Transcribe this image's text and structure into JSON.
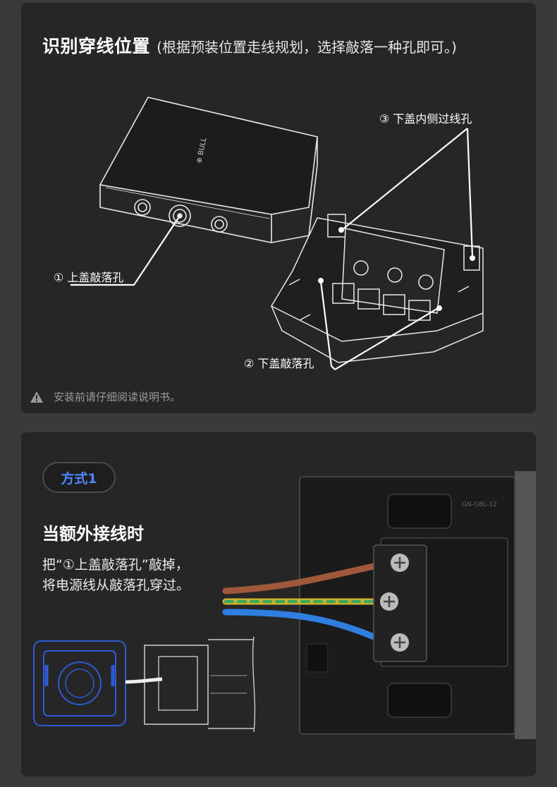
{
  "section1": {
    "title": "识别穿线位置",
    "subtitle": "(根据预装位置走线规划，选择敲落一种孔即可。)",
    "callouts": {
      "upper_cover_hole": "① 上盖敲落孔",
      "lower_cover_hole": "② 下盖敲落孔",
      "lower_inner_hole": "③ 下盖内侧过线孔"
    },
    "warning": "安装前请仔细阅读说明书。"
  },
  "section2": {
    "badge": "方式1",
    "title": "当额外接线时",
    "desc_line1": "把“①上盖敲落孔”敲掉，",
    "desc_line2": "将电源线从敲落孔穿过。"
  },
  "colors": {
    "panel": "#262626",
    "page": "#3a3a3a",
    "badge_text": "#4e86ff",
    "wire_brown": "#a0583a",
    "wire_yellow_green": "#c8b030",
    "wire_green": "#3aa85a",
    "wire_blue": "#2f7fe0",
    "blueprint_blue": "#2d5bd6"
  }
}
